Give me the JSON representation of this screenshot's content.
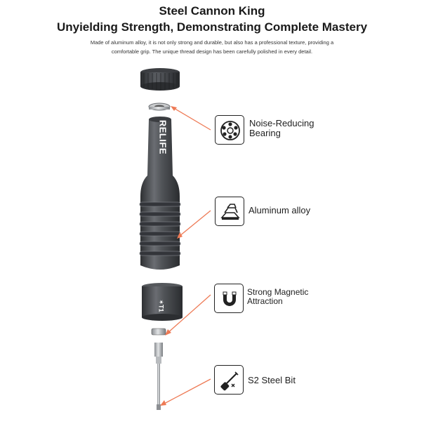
{
  "header": {
    "title": "Steel Cannon King",
    "subtitle": "Unyielding Strength, Demonstrating Complete Mastery",
    "description_lines": [
      "Made of aluminum alloy, it is not only strong and durable, but also has a professional texture, providing a",
      "comfortable grip. The unique thread design has been carefully polished in every detail."
    ]
  },
  "product": {
    "brand_mark": "RELIFE",
    "bit_marking": "✶T1"
  },
  "features": [
    {
      "icon": "bearing-icon",
      "label_lines": [
        "Noise-Reducing",
        "Bearing"
      ]
    },
    {
      "icon": "aluminum-ingot-icon",
      "label_lines": [
        "Aluminum alloy"
      ]
    },
    {
      "icon": "magnet-icon",
      "label_lines": [
        "Strong Magnetic",
        "Attraction"
      ]
    },
    {
      "icon": "screwdriver-bit-icon",
      "label_lines": [
        "S2 Steel Bit"
      ]
    }
  ],
  "colors": {
    "accent_arrow": "#ee7a55",
    "body_metal": "#4a4c50",
    "background": "#ffffff"
  }
}
